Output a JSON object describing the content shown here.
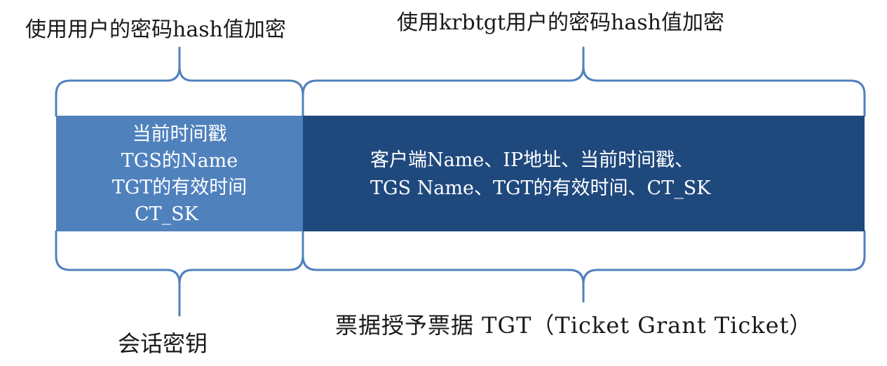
{
  "labels": {
    "top_left": "使用用户的密码hash值加密",
    "top_right": "使用krbtgt用户的密码hash值加密",
    "bottom_left": "会话密钥",
    "bottom_right": "票据授予票据 TGT（Ticket Grant Ticket）"
  },
  "session_key_box": {
    "lines": [
      "当前时间戳",
      "TGS的Name",
      "TGT的有效时间",
      "CT_SK"
    ],
    "color": "#4f81bd"
  },
  "tgt_box": {
    "lines": [
      "客户端Name、IP地址、当前时间戳、",
      "TGS Name、TGT的有效时间、CT_SK"
    ],
    "color": "#1f497d"
  },
  "brace_color": "#4f81bd"
}
